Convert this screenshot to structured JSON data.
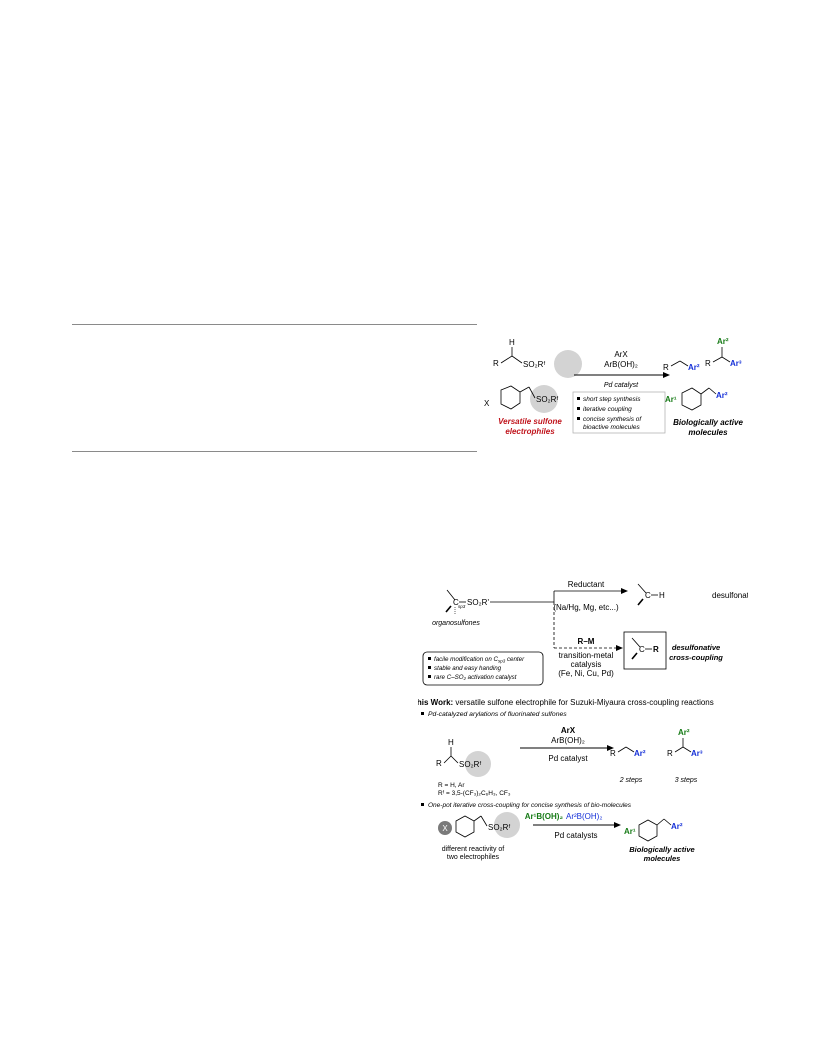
{
  "colors": {
    "red": "#c0141c",
    "green": "#157a15",
    "blue": "#1530d8",
    "gray_circle": "#d3d3d3",
    "dark_circle": "#7a7a7a"
  },
  "toc": {
    "r_label": "R",
    "h_label": "H",
    "x_label": "X",
    "sulfone_label": "SO₂Rᶠ",
    "versatile_line1": "Versatile sulfone",
    "versatile_line2": "electrophiles",
    "reagent1": "ArX",
    "reagent2": "ArB(OH)₂",
    "catalyst": "Pd catalyst",
    "bullets": [
      "short step synthesis",
      "iterative coupling",
      "concise synthesis of",
      "bioactive molecules"
    ],
    "product_r": "R",
    "ar1": "Ar¹",
    "ar2": "Ar²",
    "ar3": "Ar³",
    "bio_line1": "Biologically active",
    "bio_line2": "molecules"
  },
  "scheme": {
    "organosulfones_label": "organosulfones",
    "sulfonyl_label": "SO₂R'",
    "c_label": "C",
    "sp3_label": "sp3",
    "h_label": "H",
    "r_label": "R",
    "reductant": "Reductant",
    "reductant_examples": "(Na/Hg, Mg, etc...)",
    "desulfonation": "desulfonation",
    "rm_label": "R–M",
    "tm_line1": "transition-metal",
    "tm_line2": "catalysis",
    "tm_line3": "(Fe, Ni, Cu, Pd)",
    "desulf_cc_line1": "desulfonative",
    "desulf_cc_line2": "cross-coupling",
    "box_items": [
      "facile modification on C",
      "stable and easy handing",
      "rare C–SO₂ activation catalyst"
    ],
    "box_item1_sub": "sp3",
    "box_item1_end": " center",
    "this_work_bold": "This Work:",
    "this_work_rest": " versatile sulfone electrophile for Suzuki-Miyaura cross-coupling reactions",
    "sub1": "Pd-catalyzed arylations of fluorinated sulfones",
    "sub2": "One-pot iterative cross-coupling for concise synthesis of bio-molecules",
    "sulfone_label": "SO₂Rᶠ",
    "r_def1": "R = H, Ar",
    "r_def2": "Rᶠ = 3,5-(CF₃)₂C₆H₃, CF₃",
    "arx": "ArX",
    "arboh2": "ArB(OH)₂",
    "pd_catalyst": "Pd catalyst",
    "two_steps": "2 steps",
    "three_steps": "3 steps",
    "ar1": "Ar¹",
    "ar2": "Ar²",
    "ar3": "Ar³",
    "x_label": "X",
    "ar1b": "Ar¹B(OH)₂",
    "ar2b": "Ar²B(OH)₂",
    "pd_catalysts": "Pd catalysts",
    "diff_line1": "different reactivity of",
    "diff_line2": "two electrophiles",
    "bio_line1": "Biologically active",
    "bio_line2": "molecules"
  }
}
